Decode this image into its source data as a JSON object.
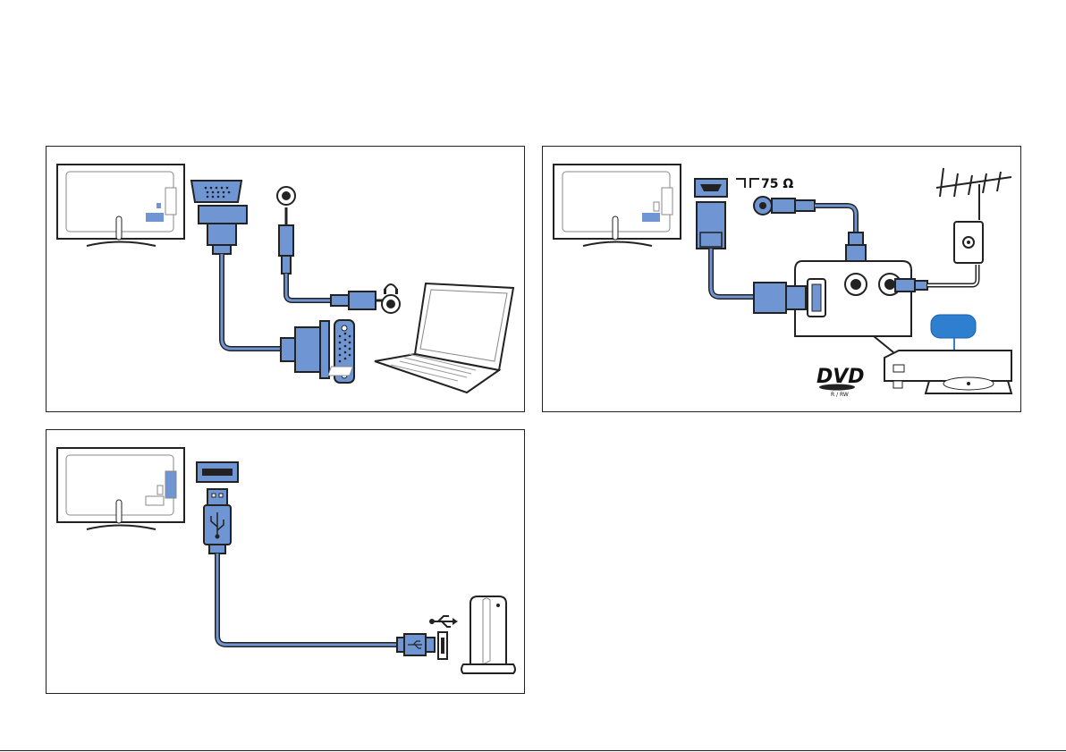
{
  "panels": {
    "pc": {
      "headphone_icon": "headphones-icon"
    },
    "dvd": {
      "impedance_label": "75 Ω",
      "dvd_logo": "DVD",
      "dvd_sub": "R / RW"
    },
    "usb": {
      "usb_symbol": "usb-icon"
    }
  },
  "colors": {
    "cable": "#6f95d3",
    "stroke": "#222222",
    "highlight": "#2f7fd1"
  }
}
